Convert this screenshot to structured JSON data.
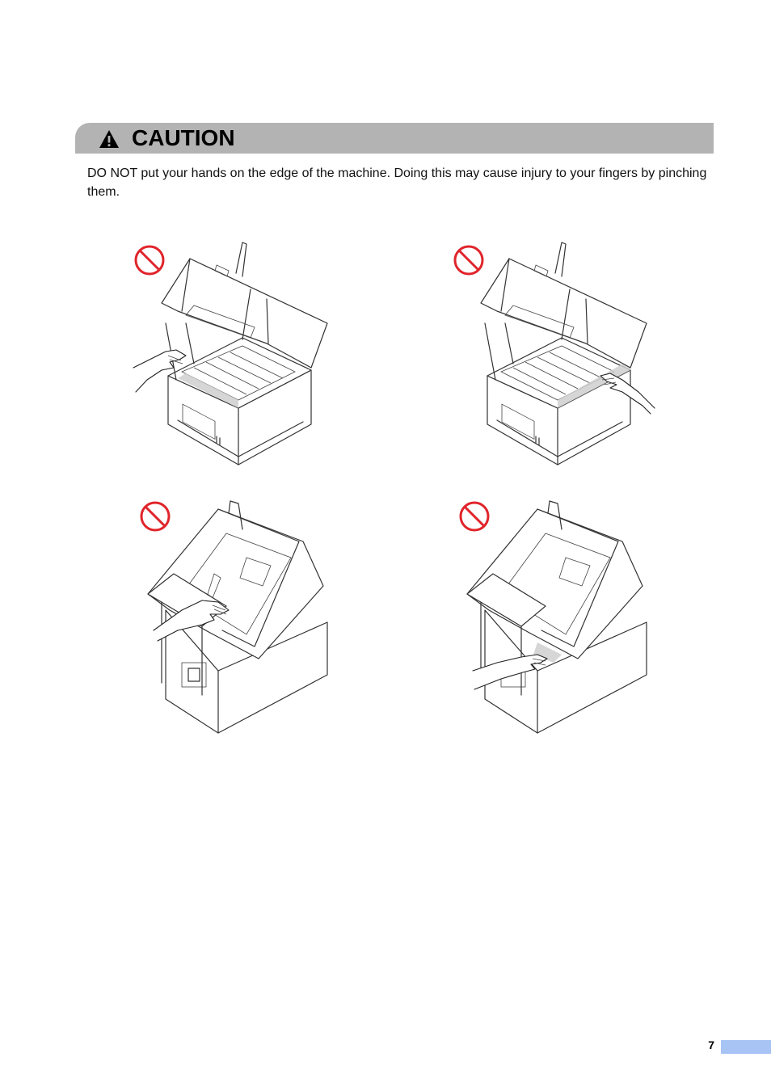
{
  "header": {
    "title": "CAUTION",
    "icon": "warning-triangle-icon"
  },
  "body": {
    "text": "DO NOT put your hands on the edge of the machine. Doing this may cause injury to your fingers by pinching them."
  },
  "figures": [
    {
      "label": "open-top-hand-left",
      "icon": "prohibited-icon"
    },
    {
      "label": "open-top-hand-right",
      "icon": "prohibited-icon"
    },
    {
      "label": "open-cover-hand-top",
      "icon": "prohibited-icon"
    },
    {
      "label": "open-cover-hand-front",
      "icon": "prohibited-icon"
    }
  ],
  "footer": {
    "page_number": "7"
  },
  "colors": {
    "caution_bar": "#b3b3b3",
    "prohibited_red": "#e0242b",
    "page_tab": "#a8c4f5"
  }
}
